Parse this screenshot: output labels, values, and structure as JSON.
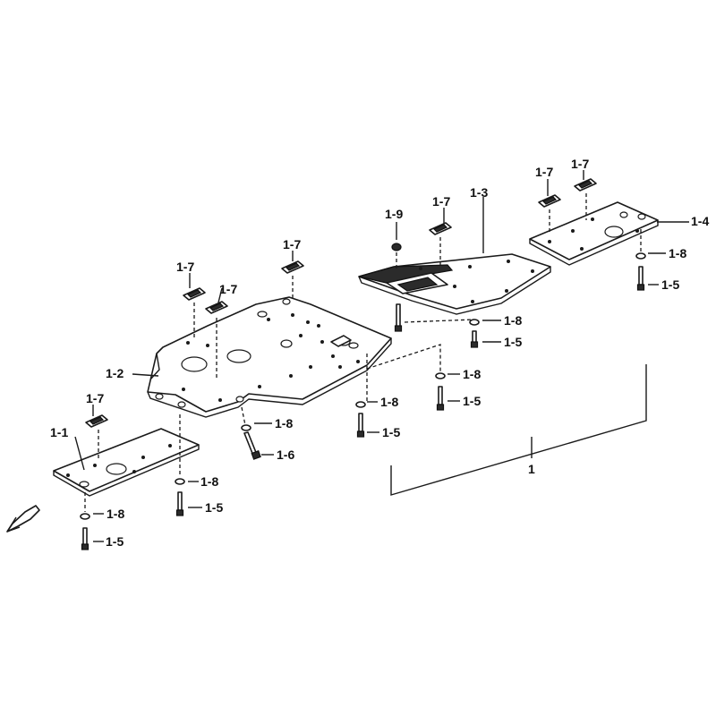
{
  "labels": {
    "l_1": "1",
    "l_1_1": "1-1",
    "l_1_2": "1-2",
    "l_1_3": "1-3",
    "l_1_4": "1-4",
    "l_1_5": "1-5",
    "l_1_6": "1-6",
    "l_1_7": "1-7",
    "l_1_8": "1-8",
    "l_1_9": "1-9"
  }
}
